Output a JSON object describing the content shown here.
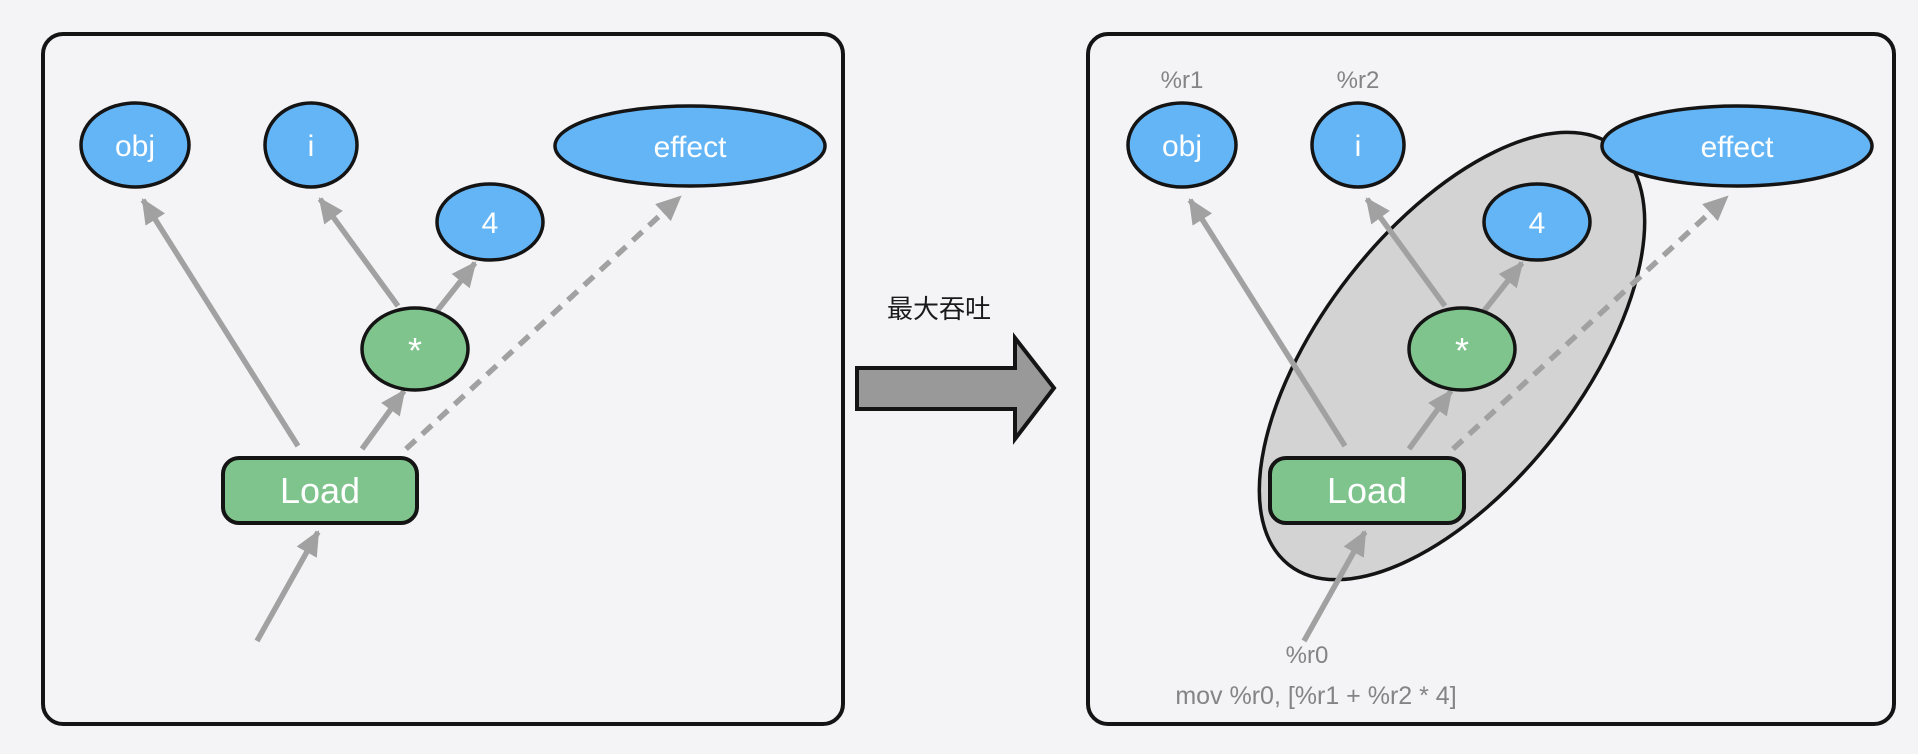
{
  "colors": {
    "background": "#f4f4f6",
    "panel_fill": "#f4f4f6",
    "node_blue": "#64b5f6",
    "node_green": "#7fc48c",
    "group_gray": "#d3d3d3",
    "arrow_gray": "#a1a1a1",
    "block_arrow_gray": "#999999",
    "outline_black": "#141414",
    "label_gray": "#848484",
    "node_text_white": "#ffffff",
    "transition_text_black": "#1a1a1a"
  },
  "left_panel": {
    "nodes": {
      "obj": "obj",
      "i": "i",
      "four": "4",
      "effect": "effect",
      "mul": "*",
      "load": "Load"
    }
  },
  "transition": {
    "label": "最大吞吐"
  },
  "right_panel": {
    "register_labels": {
      "r1": "%r1",
      "r2": "%r2",
      "r0": "%r0"
    },
    "nodes": {
      "obj": "obj",
      "i": "i",
      "four": "4",
      "effect": "effect",
      "mul": "*",
      "load": "Load"
    },
    "instruction": "mov %r0, [%r1 + %r2 * 4]"
  }
}
